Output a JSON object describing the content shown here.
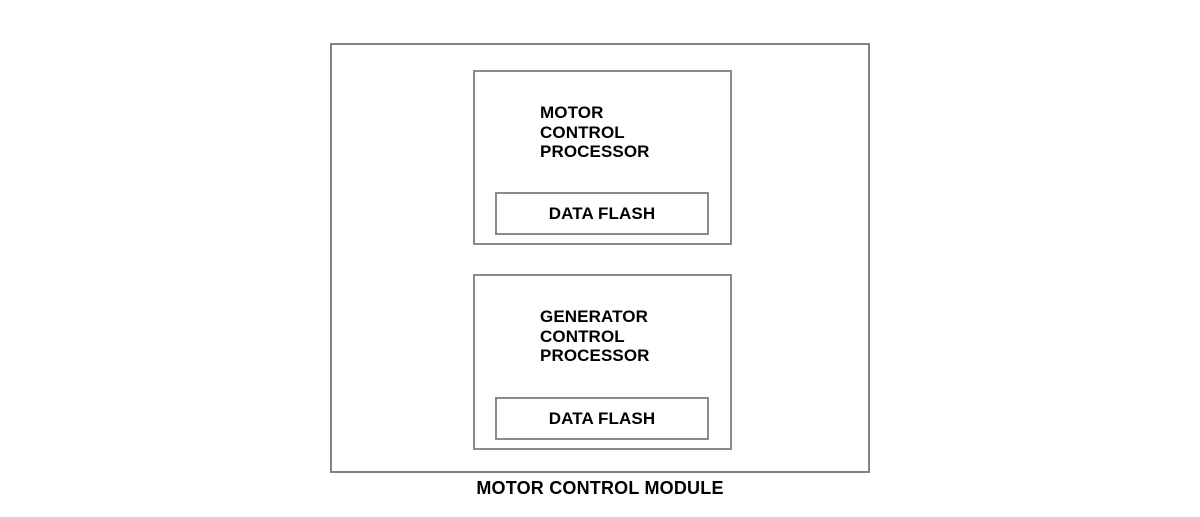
{
  "diagram": {
    "type": "block-diagram",
    "caption": "MOTOR CONTROL MODULE",
    "module": {
      "name": "MOTOR CONTROL MODULE",
      "blocks": [
        {
          "id": "motor-control-processor",
          "title_lines": [
            "MOTOR",
            "CONTROL",
            "PROCESSOR"
          ],
          "line1": "MOTOR",
          "line2": "CONTROL",
          "line3": "PROCESSOR",
          "sub_block": {
            "id": "data-flash-1",
            "label": "DATA FLASH"
          }
        },
        {
          "id": "generator-control-processor",
          "title_lines": [
            "GENERATOR",
            "CONTROL",
            "PROCESSOR"
          ],
          "line1": "GENERATOR",
          "line2": "CONTROL",
          "line3": "PROCESSOR",
          "sub_block": {
            "id": "data-flash-2",
            "label": "DATA FLASH"
          }
        }
      ]
    },
    "colors": {
      "background": "#ffffff",
      "border": "#828282",
      "inner_border": "#8a8a8a",
      "text": "#000000"
    }
  }
}
